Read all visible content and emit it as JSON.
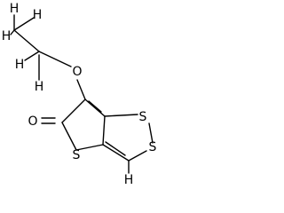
{
  "atoms": {
    "h1": "H",
    "h2": "H",
    "h3": "H",
    "h4": "H",
    "h5": "H",
    "o_ether": "O",
    "o_carbonyl": "O",
    "s_ring": "S",
    "s_dithiole_1": "S",
    "s_dithiole_2": "S",
    "h_ring": "H"
  }
}
